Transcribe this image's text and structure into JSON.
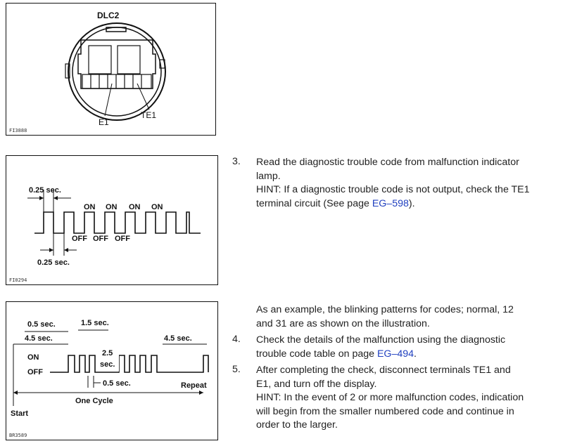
{
  "fig1": {
    "connector_label": "DLC2",
    "e1_label": "E1",
    "te1_label": "TE1",
    "fig_id": "FI3888"
  },
  "fig2": {
    "time_top": "0.25 sec.",
    "time_bottom": "0.25 sec.",
    "on_labels": [
      "ON",
      "ON",
      "ON",
      "ON"
    ],
    "off_labels": [
      "OFF",
      "OFF",
      "OFF"
    ],
    "fig_id": "FI0294"
  },
  "fig3": {
    "t_05": "0.5 sec.",
    "t_15": "1.5 sec.",
    "t_45_left": "4.5 sec.",
    "t_45_right": "4.5 sec.",
    "t_25_a": "2.5",
    "t_25_b": "sec.",
    "t_05_bottom": "0.5 sec.",
    "on": "ON",
    "off": "OFF",
    "repeat": "Repeat",
    "one_cycle": "One Cycle",
    "start": "Start",
    "fig_id": "BR3589"
  },
  "step3": {
    "number": "3.",
    "line1": "Read the diagnostic trouble code from malfunction indicator",
    "line2": "lamp.",
    "line3": "HINT: If a diagnostic trouble code is not output, check the TE1",
    "line4_a": "terminal circuit (See page ",
    "line4_link": "EG–598",
    "line4_b": ")."
  },
  "example": {
    "line1": "As an example, the blinking patterns for codes; normal, 12",
    "line2": "and 31 are as shown on the illustration."
  },
  "step4": {
    "number": "4.",
    "line1": "Check the details of the malfunction using the diagnostic",
    "line2_a": "trouble code table on page ",
    "line2_link": "EG–494",
    "line2_b": "."
  },
  "step5": {
    "number": "5.",
    "line1": "After completing the check, disconnect terminals TE1 and",
    "line2": "E1, and turn off the display.",
    "line3": "HINT: In the event of 2 or more malfunction codes, indication",
    "line4": "will begin from the smaller numbered code and continue in",
    "line5": "order to the larger."
  },
  "colors": {
    "link": "#1f3fbf"
  }
}
